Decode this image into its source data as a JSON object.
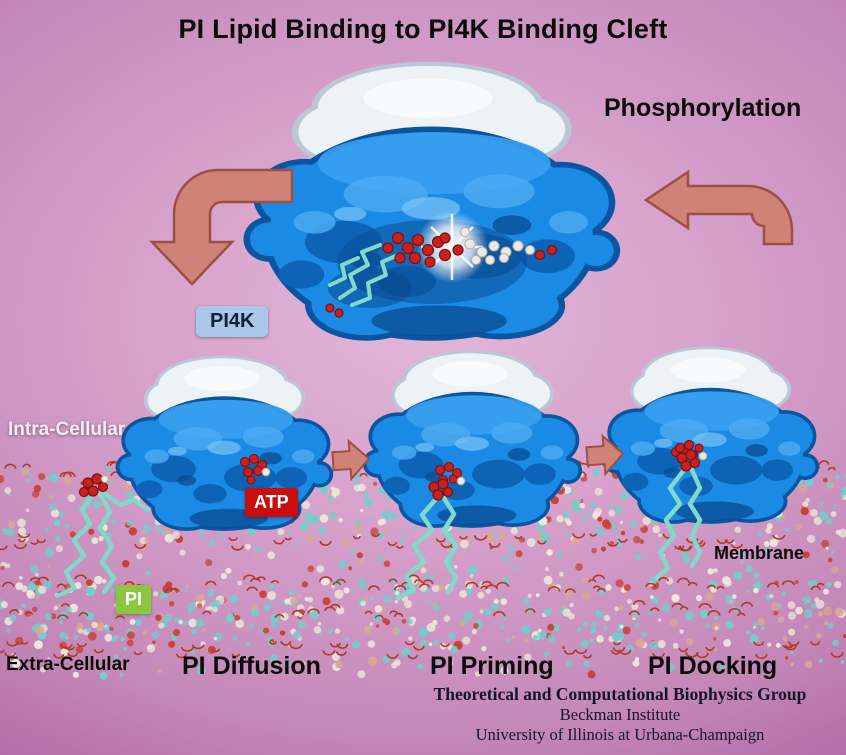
{
  "title": "PI Lipid Binding to PI4K Binding Cleft",
  "annotations": {
    "phosphorylation": "Phosphorylation",
    "intra_cellular": "Intra-Cellular",
    "extra_cellular": "Extra-Cellular",
    "membrane": "Membrane"
  },
  "tags": {
    "pi4k": "PI4K",
    "atp": "ATP",
    "pi": "PI"
  },
  "stages": [
    {
      "label": "PI Diffusion"
    },
    {
      "label": "PI Priming"
    },
    {
      "label": "PI Docking"
    }
  ],
  "credits": {
    "group": "Theoretical and Computational Biophysics Group",
    "institute": "Beckman Institute",
    "university": "University of Illinois at Urbana-Champaign"
  },
  "colors": {
    "background_center": "#e2b6d8",
    "background_edge": "#9a4b91",
    "protein_blue": "#1b8ae4",
    "protein_outline": "#0a55a0",
    "protein_cap": "#edf2f7",
    "arrow_fill": "#cf8377",
    "arrow_stroke": "#9c4f45",
    "atp_bg": "#c90d0d",
    "pi_bg": "#8bc63e",
    "pi4k_bg": "#a9c7e8",
    "lipid_tail": "#82d9cb",
    "lipid_head": "#c92020",
    "membrane_cyan": "#6fd0cc",
    "membrane_cream": "#efe7dc",
    "membrane_red": "#c64034",
    "membrane_tan": "#d8a893",
    "headgroup_arc": "#b03a26"
  }
}
